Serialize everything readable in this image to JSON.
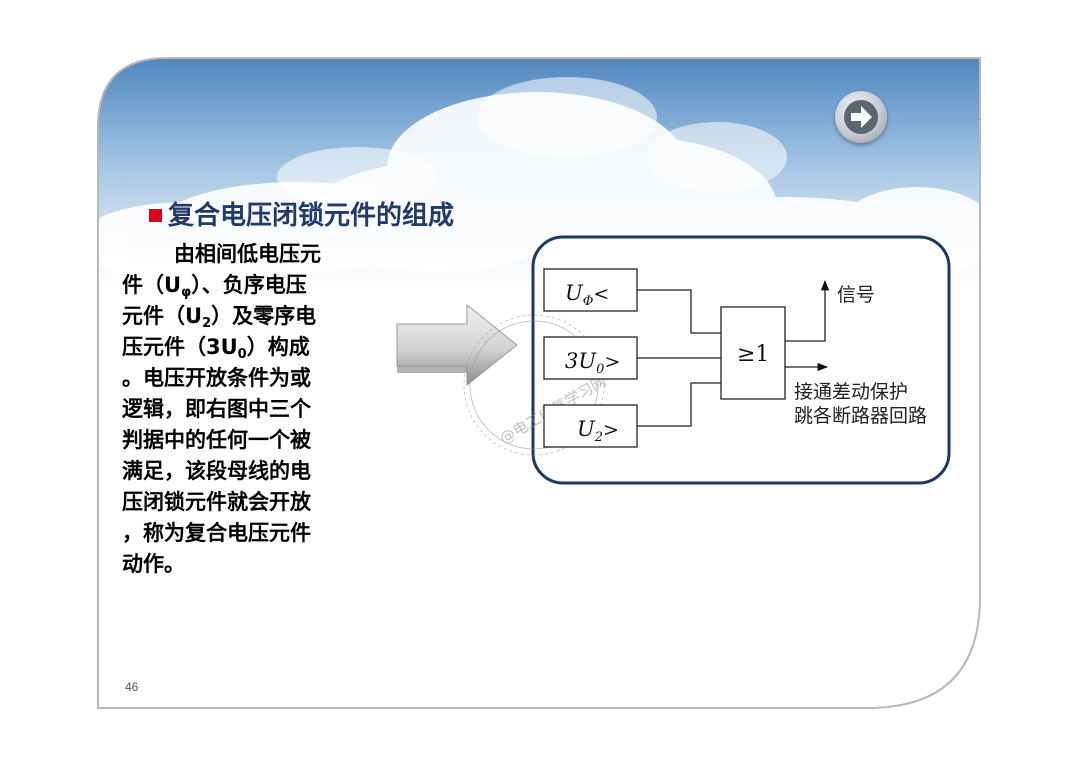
{
  "slide": {
    "title": "复合电压闭锁元件的组成",
    "body": {
      "line1": "由相间低电压元",
      "line2_pre": "件（U",
      "line2_sub": "φ",
      "line2_post": "）、负序电压",
      "line3_pre": "元件（U",
      "line3_sub": "2",
      "line3_post": "）及零序电",
      "line4_pre": "压元件（3U",
      "line4_sub": "0",
      "line4_post": "）构成",
      "line5": "。电压开放条件为或",
      "line6": "逻辑，即右图中三个",
      "line7": "判据中的任何一个被",
      "line8": "满足，该段母线的电",
      "line9": "压闭锁元件就会开放",
      "line10": "，称为复合电压元件",
      "line11": "动作。"
    },
    "page_number": "46"
  },
  "diagram": {
    "inputs": [
      {
        "main": "U",
        "sub": "Φ",
        "symbol": "<"
      },
      {
        "main": "3U",
        "sub": "0",
        "symbol": ">"
      },
      {
        "main": "U",
        "sub": "2",
        "symbol": ">"
      }
    ],
    "gate_label": "≥1",
    "output_signal": "信号",
    "output_trip_line1": "接通差动保护",
    "output_trip_line2": "跳各断路器回路"
  },
  "watermark": {
    "text": "@电工电气学习网"
  },
  "colors": {
    "title": "#1f3a6b",
    "bullet": "#e0001b",
    "diagram_frame": "#1b3a5c",
    "slide_border": "#b8b8b8"
  },
  "icons": {
    "nav": "arrow-right-icon"
  }
}
